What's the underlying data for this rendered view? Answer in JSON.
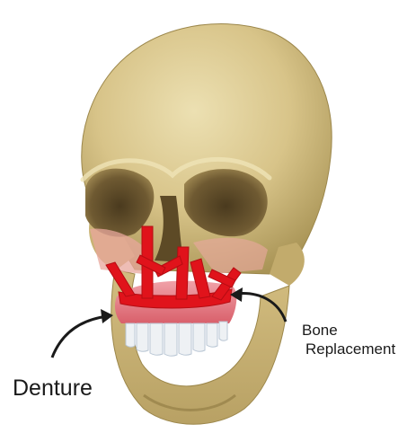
{
  "labels": {
    "denture": "Denture",
    "bone_line1": "Bone",
    "bone_line2": "Replacement"
  },
  "colors": {
    "bone": "#d8c489",
    "bone_shadow": "#a99456",
    "bone_highlight": "#ece0b2",
    "cavity": "#6f5a32",
    "implant_red": "#e0131b",
    "gum_pink": "#e9838c",
    "teeth": "#eef1f4",
    "arrow": "#1a1a1a"
  }
}
